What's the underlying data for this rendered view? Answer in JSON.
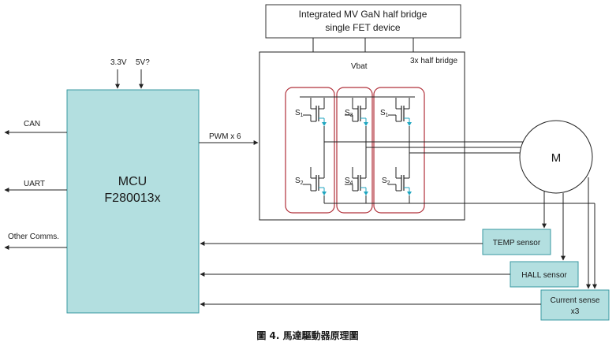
{
  "title_box": {
    "line1": "Integrated MV GaN half bridge",
    "line2": "single FET device"
  },
  "bridge": {
    "vbat": "Vbat",
    "label": "3x half bridge"
  },
  "mcu": {
    "name": "MCU",
    "part": "F280013x",
    "supplies": [
      "3.3V",
      "5V?"
    ],
    "pwm_label": "PWM x 6",
    "ports": [
      "CAN",
      "UART",
      "Other Comms."
    ]
  },
  "motor": {
    "label": "M"
  },
  "switches": {
    "top": [
      {
        "s": "S",
        "sub": "1"
      },
      {
        "s": "S",
        "sub": "3"
      },
      {
        "s": "S",
        "sub": "1"
      }
    ],
    "bottom": [
      {
        "s": "S",
        "sub": "2"
      },
      {
        "s": "S",
        "sub": "4"
      },
      {
        "s": "S",
        "sub": "2"
      }
    ]
  },
  "sensors": {
    "temp": "TEMP sensor",
    "hall": "HALL sensor",
    "current_line1": "Current sense",
    "current_line2": "x3"
  },
  "caption": "圖 4. 馬達驅動器原理圖",
  "colors": {
    "mcu_fill": "#b3dfe0",
    "mcu_stroke": "#3a9aa2",
    "sensor_fill": "#b3dfe0",
    "group_outline": "#b0303a",
    "fet_cyan": "#20a6c0"
  }
}
